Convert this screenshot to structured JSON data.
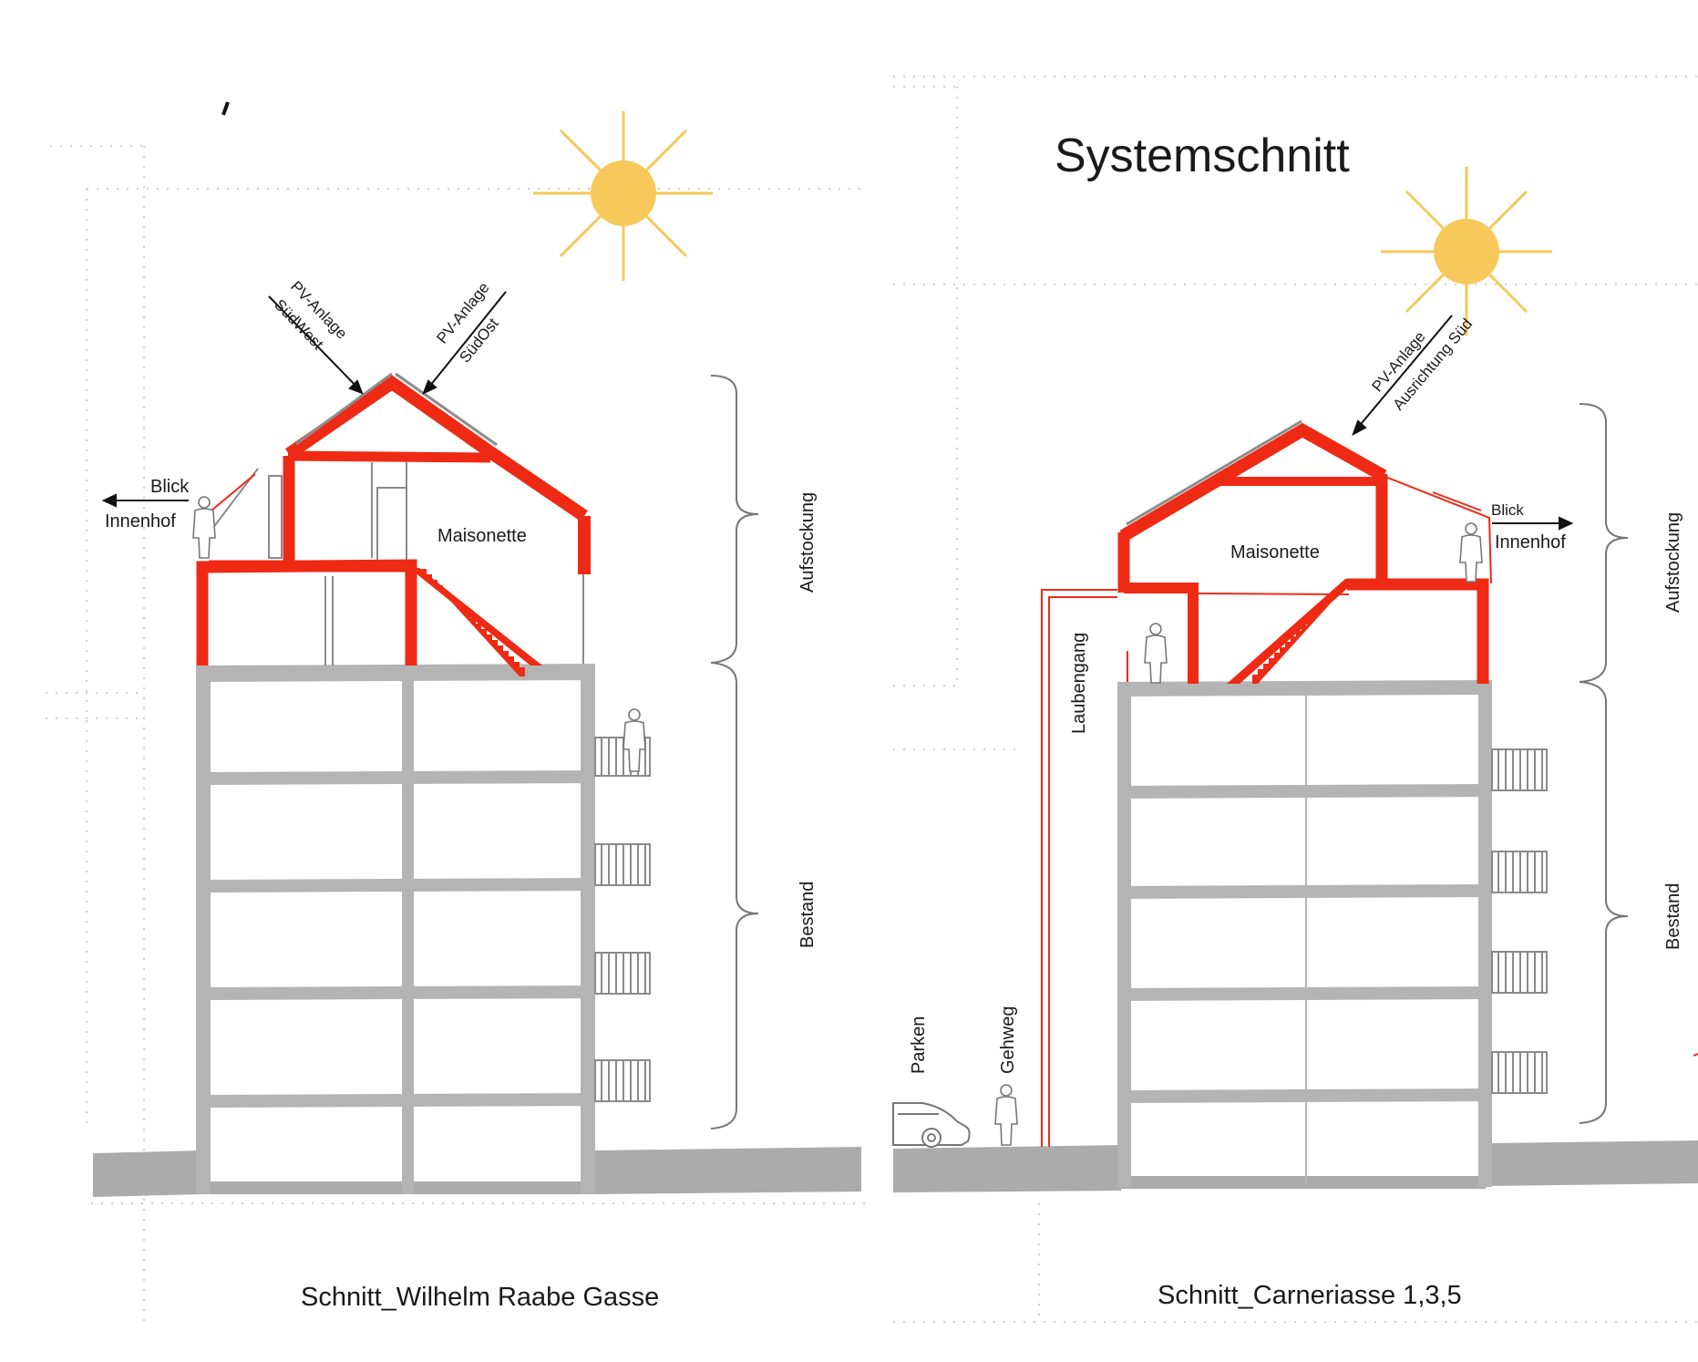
{
  "colors": {
    "new_structure": "#ee2a14",
    "existing_structure": "#b4b4b4",
    "sun": "#f7c95a",
    "ground": "#ababab",
    "guide_lines": "#cfcfcf"
  },
  "left_section": {
    "caption": "Schnitt_Wilhelm Raabe Gasse",
    "room_label": "Maisonette",
    "pv_southwest": [
      "PV-Anlage",
      "SüdWest"
    ],
    "pv_southeast": [
      "PV-Anlage",
      "SüdOst"
    ],
    "view_label": [
      "Blick",
      "Innenhof"
    ],
    "bracket_upper": "Aufstockung",
    "bracket_lower": "Bestand"
  },
  "right_section": {
    "title": "Systemschnitt",
    "caption": "Schnitt_Carneriasse 1,3,5",
    "room_label": "Maisonette",
    "pv_south": [
      "PV-Anlage",
      "Ausrichtung Süd"
    ],
    "view_label": [
      "Blick",
      "Innenhof"
    ],
    "gallery_label": "Laubengang",
    "parking_label": "Parken",
    "sidewalk_label": "Gehweg",
    "bracket_upper": "Aufstockung",
    "bracket_lower": "Bestand"
  },
  "icons": {
    "sun": "sun-icon",
    "person": "person-icon",
    "car": "car-icon"
  }
}
